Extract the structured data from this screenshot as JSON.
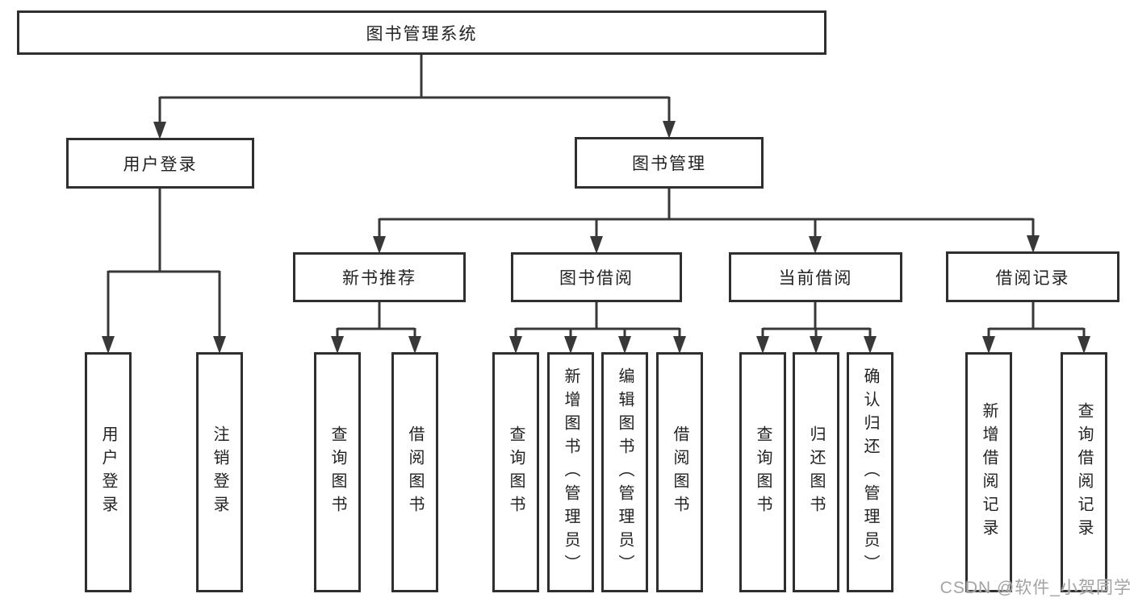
{
  "tree": {
    "label": "图书管理系统",
    "children": [
      {
        "label": "用户登录",
        "children": [
          {
            "label": "用户登录"
          },
          {
            "label": "注销登录"
          }
        ]
      },
      {
        "label": "图书管理",
        "children": [
          {
            "label": "新书推荐",
            "children": [
              {
                "label": "查询图书"
              },
              {
                "label": "借阅图书"
              }
            ]
          },
          {
            "label": "图书借阅",
            "children": [
              {
                "label": "查询图书"
              },
              {
                "label": "新增图书（管理员）"
              },
              {
                "label": "编辑图书（管理员）"
              },
              {
                "label": "借阅图书"
              }
            ]
          },
          {
            "label": "当前借阅",
            "children": [
              {
                "label": "查询图书"
              },
              {
                "label": "归还图书"
              },
              {
                "label": "确认归还（管理员）"
              }
            ]
          },
          {
            "label": "借阅记录",
            "children": [
              {
                "label": "新增借阅记录"
              },
              {
                "label": "查询借阅记录"
              }
            ]
          }
        ]
      }
    ]
  },
  "watermark": {
    "text": "CSDN @软件_小贺同学"
  },
  "colors": {
    "line": "#383838",
    "box_border": "#2f2f2f",
    "text": "#222222",
    "watermark": "#a3a3a3",
    "background": "#ffffff"
  }
}
